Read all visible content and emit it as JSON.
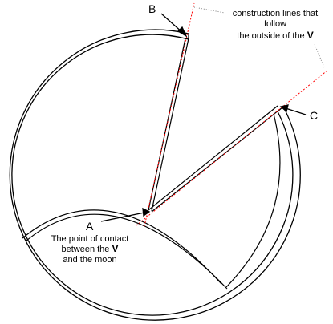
{
  "labels": {
    "b": "B",
    "c": "C",
    "a": "A"
  },
  "annotation_construction": {
    "line1": "construction lines that",
    "line2": "follow",
    "line3_prefix": "the outside of the ",
    "line3_bold": "V"
  },
  "annotation_contact": {
    "line1": "The point of contact",
    "line2_prefix": "between the ",
    "line2_bold": "V",
    "line3": "and the moon"
  },
  "colors": {
    "outline": "#000000",
    "construction": "#ff0000",
    "leader": "#7f7f7f"
  }
}
